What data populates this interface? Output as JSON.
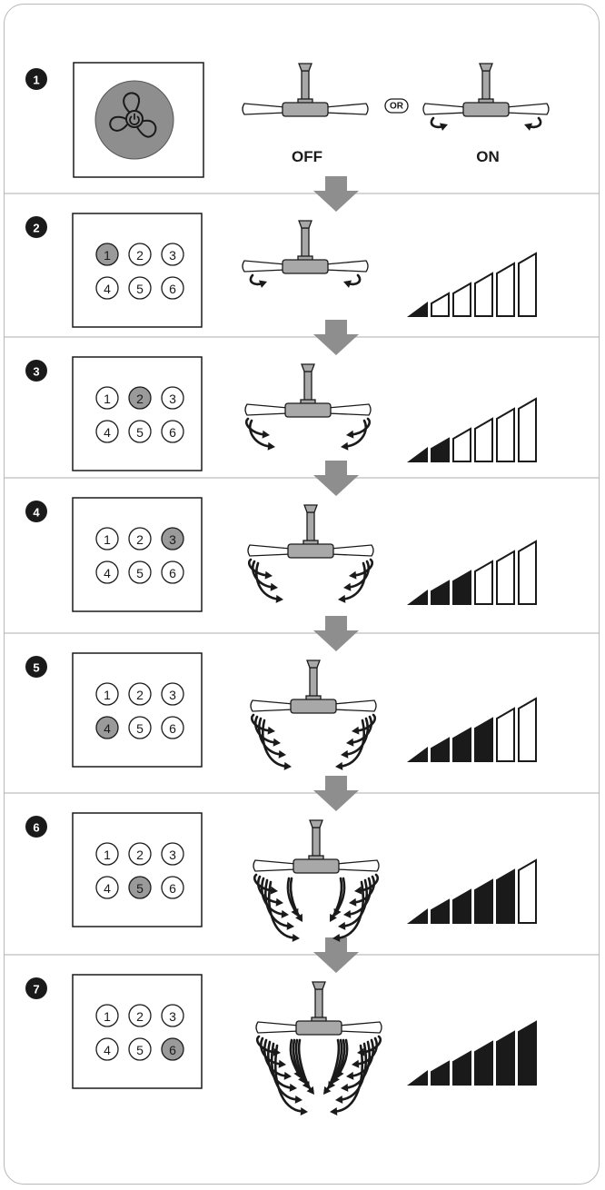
{
  "colors": {
    "text": "#1a1a1a",
    "button_active": "#9a9a9a",
    "arrow": "#8e8e8e",
    "divider": "#c8c8c8"
  },
  "icons": {
    "power_button": "fan-power-icon",
    "between_steps": "down-arrow-icon"
  },
  "step1": {
    "number": "1",
    "off_label": "OFF",
    "or_label": "OR",
    "on_label": "ON"
  },
  "remote_buttons": [
    "1",
    "2",
    "3",
    "4",
    "5",
    "6"
  ],
  "steps": [
    {
      "number": "2",
      "active_button": 1,
      "speed_level": 1,
      "airflow_rings": 0
    },
    {
      "number": "3",
      "active_button": 2,
      "speed_level": 2,
      "airflow_rings": 2
    },
    {
      "number": "4",
      "active_button": 3,
      "speed_level": 3,
      "airflow_rings": 3
    },
    {
      "number": "5",
      "active_button": 4,
      "speed_level": 4,
      "airflow_rings": 4
    },
    {
      "number": "6",
      "active_button": 5,
      "speed_level": 5,
      "airflow_rings": 5
    },
    {
      "number": "7",
      "active_button": 6,
      "speed_level": 6,
      "airflow_rings": 6
    }
  ],
  "speed_bar_count": 6
}
